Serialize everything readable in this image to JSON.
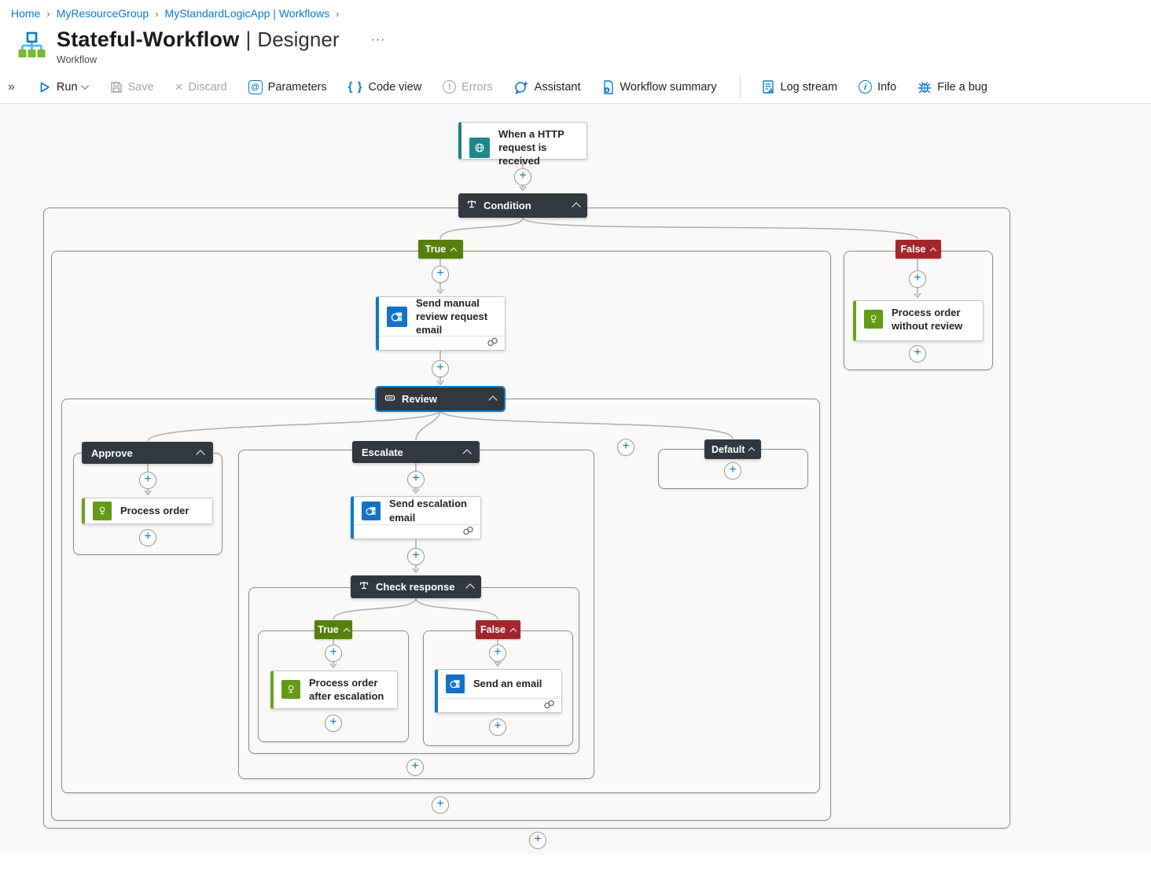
{
  "breadcrumb": {
    "separator": "›",
    "items": [
      {
        "label": "Home"
      },
      {
        "label": "MyResourceGroup"
      },
      {
        "label": "MyStandardLogicApp | Workflows"
      }
    ]
  },
  "header": {
    "title": "Stateful-Workflow",
    "divider": "|",
    "view": "Designer",
    "more": "···",
    "type_label": "Workflow"
  },
  "toolbar": {
    "collapse": "»",
    "items": [
      {
        "label": "Run",
        "enabled": true
      },
      {
        "label": "Save",
        "enabled": false
      },
      {
        "label": "Discard",
        "enabled": false
      },
      {
        "label": "Parameters",
        "enabled": true,
        "glyph": "@"
      },
      {
        "label": "Code view",
        "enabled": true,
        "glyph": "{ }"
      },
      {
        "label": "Errors",
        "enabled": false,
        "glyph": "!"
      },
      {
        "label": "Assistant",
        "enabled": true
      },
      {
        "label": "Workflow summary",
        "enabled": true
      },
      {
        "label": "Log stream",
        "enabled": true
      },
      {
        "label": "Info",
        "enabled": true,
        "glyph": "i"
      },
      {
        "label": "File a bug",
        "enabled": true
      }
    ]
  },
  "workflow": {
    "trigger": {
      "label": "When a HTTP request is received"
    },
    "condition": {
      "label": "Condition"
    },
    "true_branch": {
      "label": "True"
    },
    "false_branch": {
      "label": "False"
    },
    "send_manual_review": {
      "label": "Send manual review request email"
    },
    "review": {
      "label": "Review"
    },
    "approve_case": {
      "label": "Approve"
    },
    "process_order": {
      "label": "Process order"
    },
    "escalate_case": {
      "label": "Escalate"
    },
    "send_escalation_email": {
      "label": "Send escalation email"
    },
    "check_response": {
      "label": "Check response"
    },
    "check_true": {
      "label": "True"
    },
    "check_false": {
      "label": "False"
    },
    "process_order_after_escalation": {
      "label": "Process order after escalation"
    },
    "send_an_email": {
      "label": "Send an email"
    },
    "default_case": {
      "label": "Default"
    },
    "process_order_without_review": {
      "label": "Process order without review"
    }
  },
  "colors": {
    "accent_blue": "#0b79d0",
    "true_green": "#567f0e",
    "false_red": "#a4262c",
    "node_dark": "#32383f",
    "trigger_teal": "#1f868a",
    "action_green": "#649b16",
    "outlook_blue": "#1372c8"
  }
}
